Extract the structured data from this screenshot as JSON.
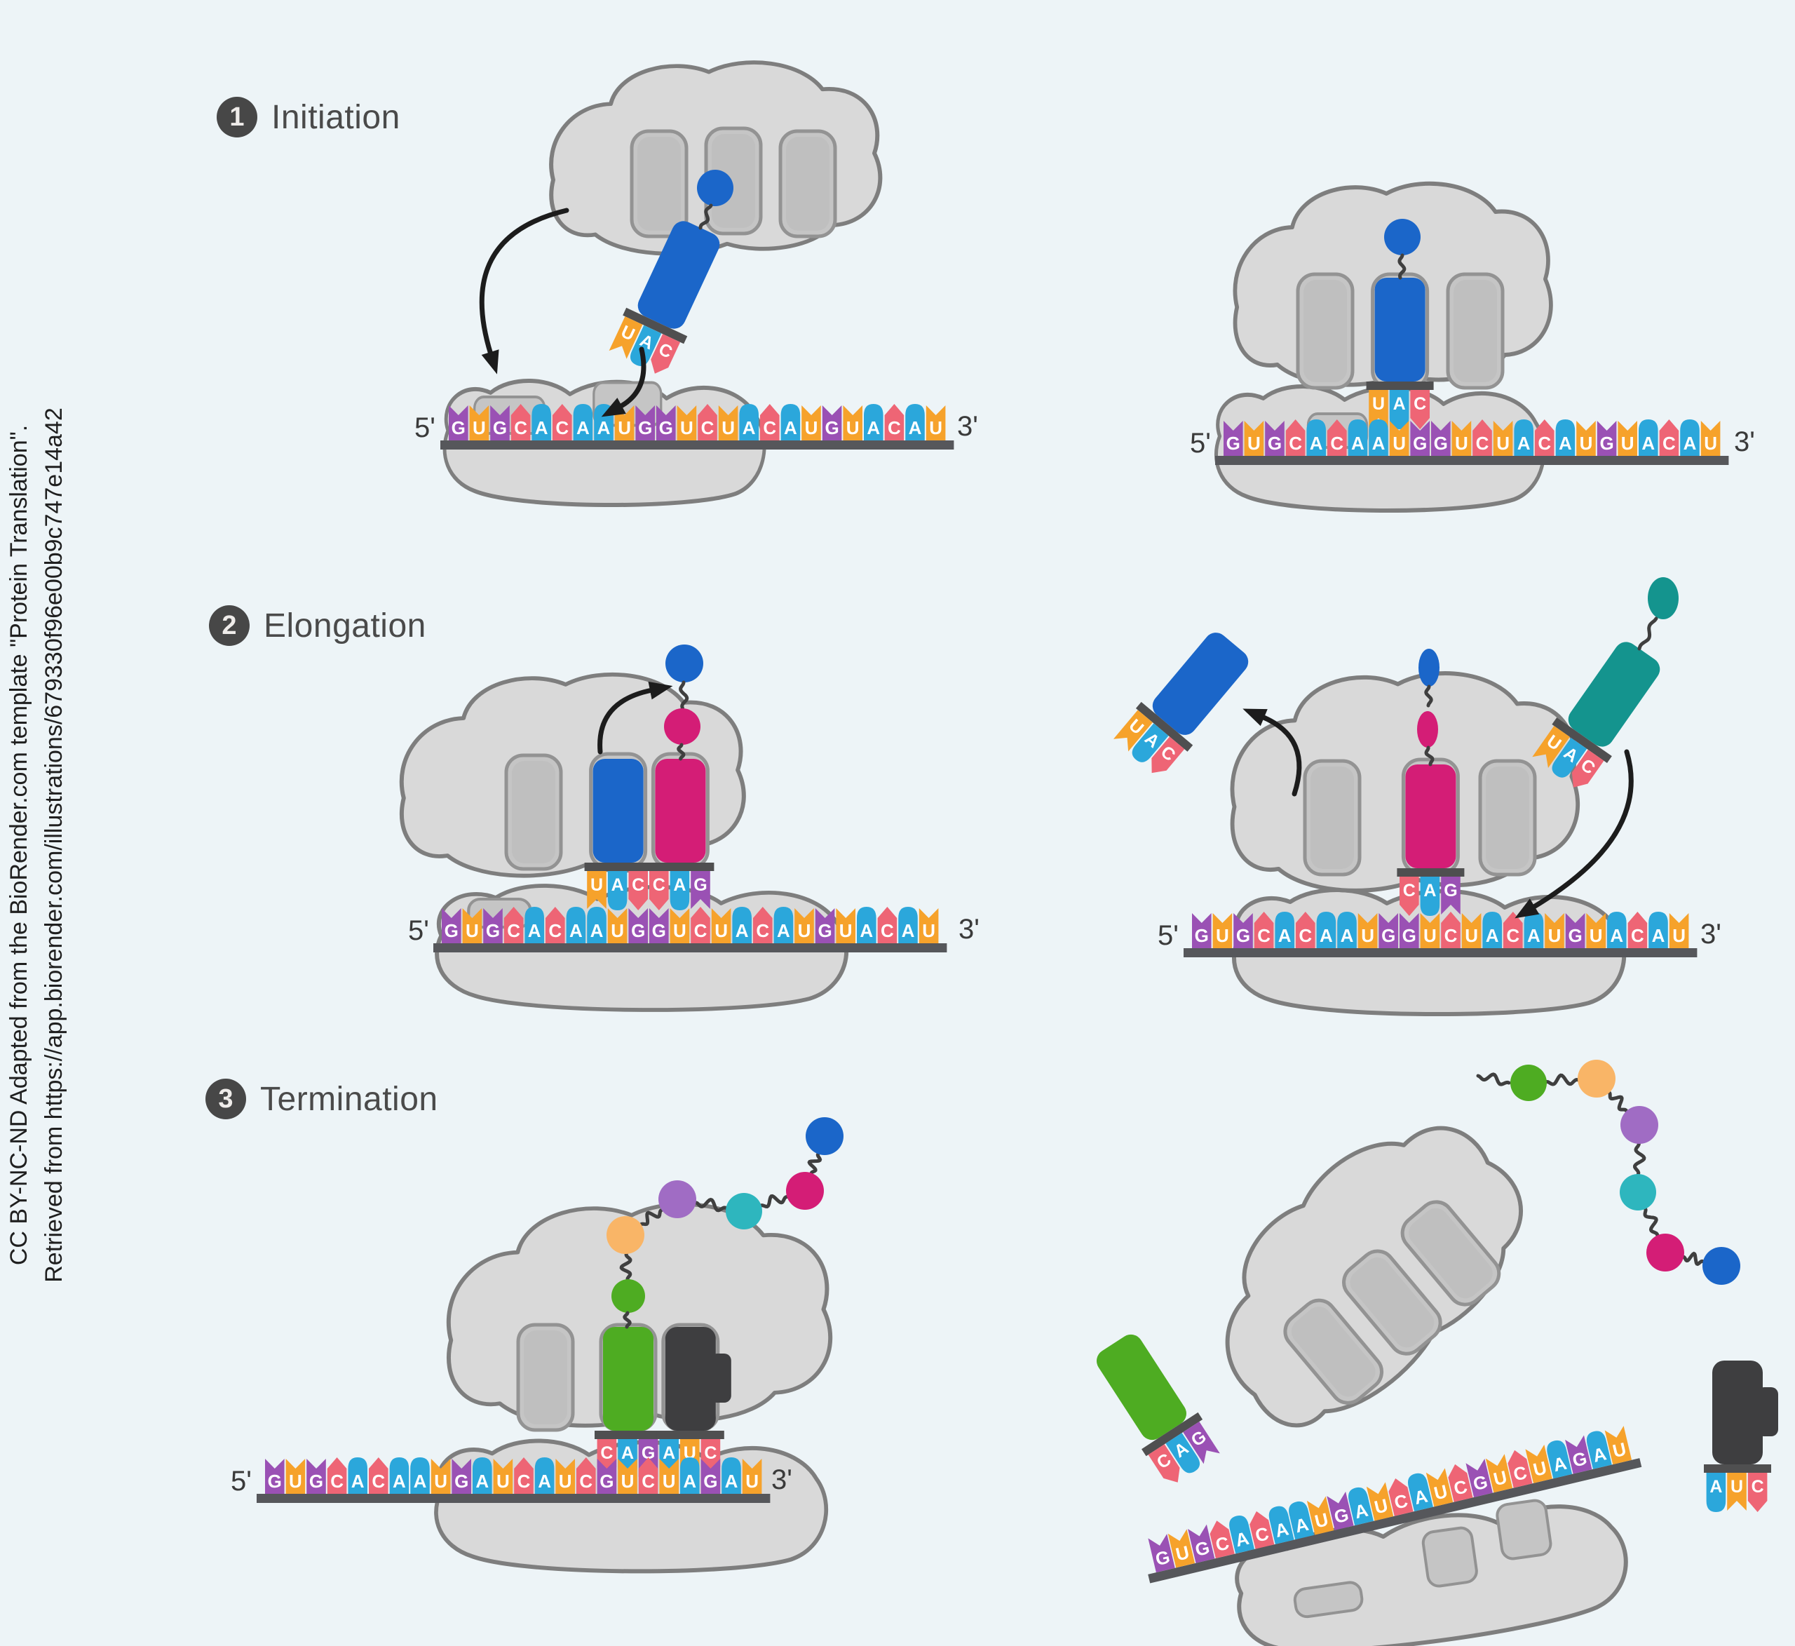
{
  "attribution": {
    "line1": "CC BY-NC-ND Adapted from the BioRender.com template \"Protein Translation\".",
    "line2": "Retrieved from https://app.biorender.com/illustrations/679330f96e00b9c747e14a42"
  },
  "steps": [
    {
      "num": "1",
      "label": "Initiation"
    },
    {
      "num": "2",
      "label": "Elongation"
    },
    {
      "num": "3",
      "label": "Termination"
    }
  ],
  "labels": {
    "five_prime": "5'",
    "three_prime": "3'"
  },
  "sequences": {
    "mrna_initiation": "GUGCACAAUGGUCUACAUGUACAU",
    "mrna_elongation": "GUGCACAAUGGUCUACAUGUACAU",
    "mrna_termination": "GUGCACAAUGAUCAUCGUCUAGAU",
    "anticodon_met": "UAC",
    "anticodon_val": "CAG",
    "anticodon_release": "AUC"
  },
  "colors": {
    "background": "#EDF4F7",
    "nucleotide": {
      "A": "#2BA7DB",
      "U": "#F6A22B",
      "G": "#9A51B4",
      "C": "#EE6575"
    },
    "nucleotide_letter": "#FFFFFF",
    "mrna_bar": "#56575B",
    "trna_bar": "#4F4F50",
    "ribosome_fill": "#D9D9D9",
    "ribosome_stroke": "#7E7E7E",
    "slot_fill": "#C5C5C5",
    "slot_inner": "#BFBFBF",
    "slot_stroke": "#939393",
    "trna": {
      "blue": "#1B66C9",
      "pink": "#D41D76",
      "teal": "#14948E",
      "green": "#4EAC22",
      "release_factor": "#3E3E40"
    },
    "amino": {
      "blue": "#1B66C9",
      "pink": "#D41D76",
      "orange": "#F9B567",
      "purple": "#A06CC4",
      "teal": "#2EB6BE",
      "green": "#4EAC22"
    },
    "connector": "#3F3F3F",
    "arrow": "#1C1C1C",
    "step_circle": "#474747",
    "step_number": "#EFECEA",
    "step_text": "#4A4A4A",
    "end_label": "#3A3A3A",
    "attribution_text": "#1F1F1F"
  }
}
